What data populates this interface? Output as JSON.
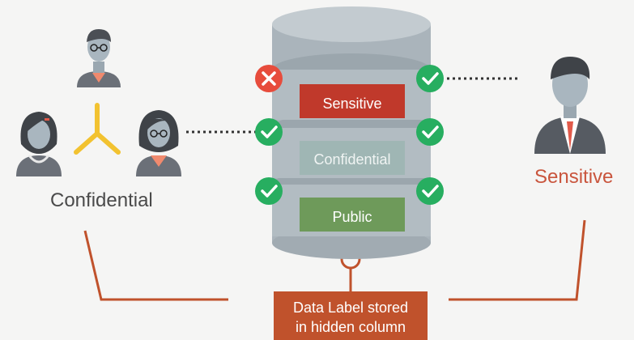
{
  "groups": {
    "left_label": "Confidential",
    "right_label": "Sensitive"
  },
  "database": {
    "tiers": [
      "Sensitive",
      "Confidential",
      "Public"
    ]
  },
  "access": {
    "left": [
      "denied",
      "allowed",
      "allowed"
    ],
    "right": [
      "allowed",
      "allowed",
      "allowed"
    ]
  },
  "note": {
    "line1": "Data Label stored",
    "line2": "in hidden column"
  },
  "colors": {
    "accent": "#c9553d",
    "sensitive": "#c0392b",
    "confidential": "#9fb6b4",
    "public": "#6e9a5a",
    "allowed": "#27ae60",
    "denied": "#e74c3c"
  }
}
